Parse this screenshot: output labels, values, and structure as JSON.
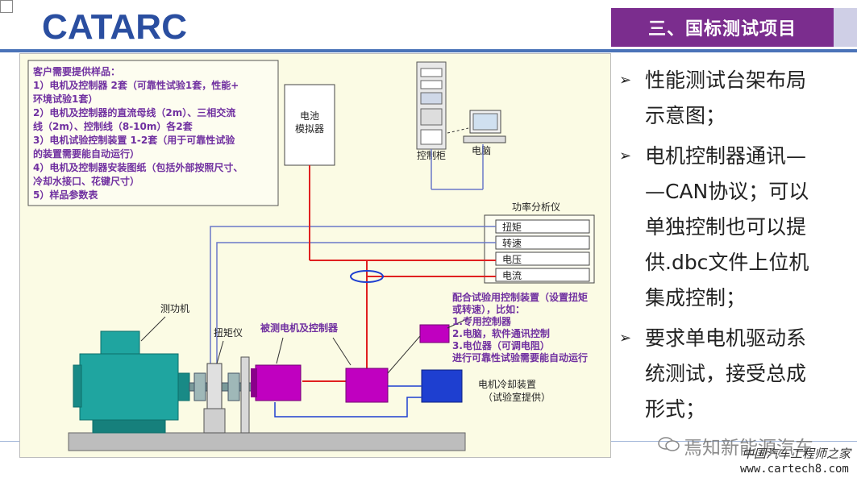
{
  "header": {
    "logo_text": "CATARC",
    "section_title": "三、国标测试项目"
  },
  "diagram": {
    "sample_notes": [
      "客户需要提供样品：",
      "1）电机及控制器 2套（可靠性试验1套，性能+",
      "环境试验1套）",
      "2）电机及控制器的直流母线（2m）、三相交流",
      "线（2m）、控制线（8-10m）各2套",
      "3）电机试验控制装置 1-2套（用于可靠性试验",
      "的装置需要能自动运行）",
      "4）电机及控制器安装图纸（包括外部按照尺寸、",
      "冷却水接口、花键尺寸）",
      "5）样品参数表"
    ],
    "battery_simulator": [
      "电池",
      "模拟器"
    ],
    "control_cabinet": "控制柜",
    "computer": "电脑",
    "power_analyzer": {
      "title": "功率分析仪",
      "channels": [
        "扭矩",
        "转速",
        "电压",
        "电流"
      ]
    },
    "dynamometer": "测功机",
    "torque_meter": "扭矩仪",
    "motor_under_test": "被测电机及控制器",
    "control_device_notes": [
      "配合试验用控制装置（设置扭矩",
      "或转速），比如：",
      "1.专用控制器",
      "2.电脑，软件通讯控制",
      "3.电位器（可调电阻）",
      "进行可靠性试验需要能自动运行"
    ],
    "cooling": [
      "电机冷却装置",
      "（试验室提供）"
    ]
  },
  "bullets": [
    {
      "lines": [
        "性能测试台架布局",
        "示意图；"
      ]
    },
    {
      "lines": [
        "电机控制器通讯—",
        "—CAN协议；可以",
        "单独控制也可以提",
        "供.dbc文件上位机",
        "集成控制；"
      ]
    },
    {
      "lines": [
        "要求单电机驱动系",
        "统测试，接受总成",
        "形式；"
      ]
    }
  ],
  "watermark": {
    "account": "焉知新能源汽车",
    "site_name": "中国汽车工程师之家",
    "url": "www.cartech8.com"
  },
  "colors": {
    "title_bg": "#7b2d8e",
    "accent_rule": "#4a73b8",
    "note_text": "#7030a0",
    "red_line": "#e02020",
    "signal_line": "#6a78c8",
    "dyno": "#1fa5a0",
    "motor": "#c000c0",
    "cooler": "#1e3fd0"
  }
}
